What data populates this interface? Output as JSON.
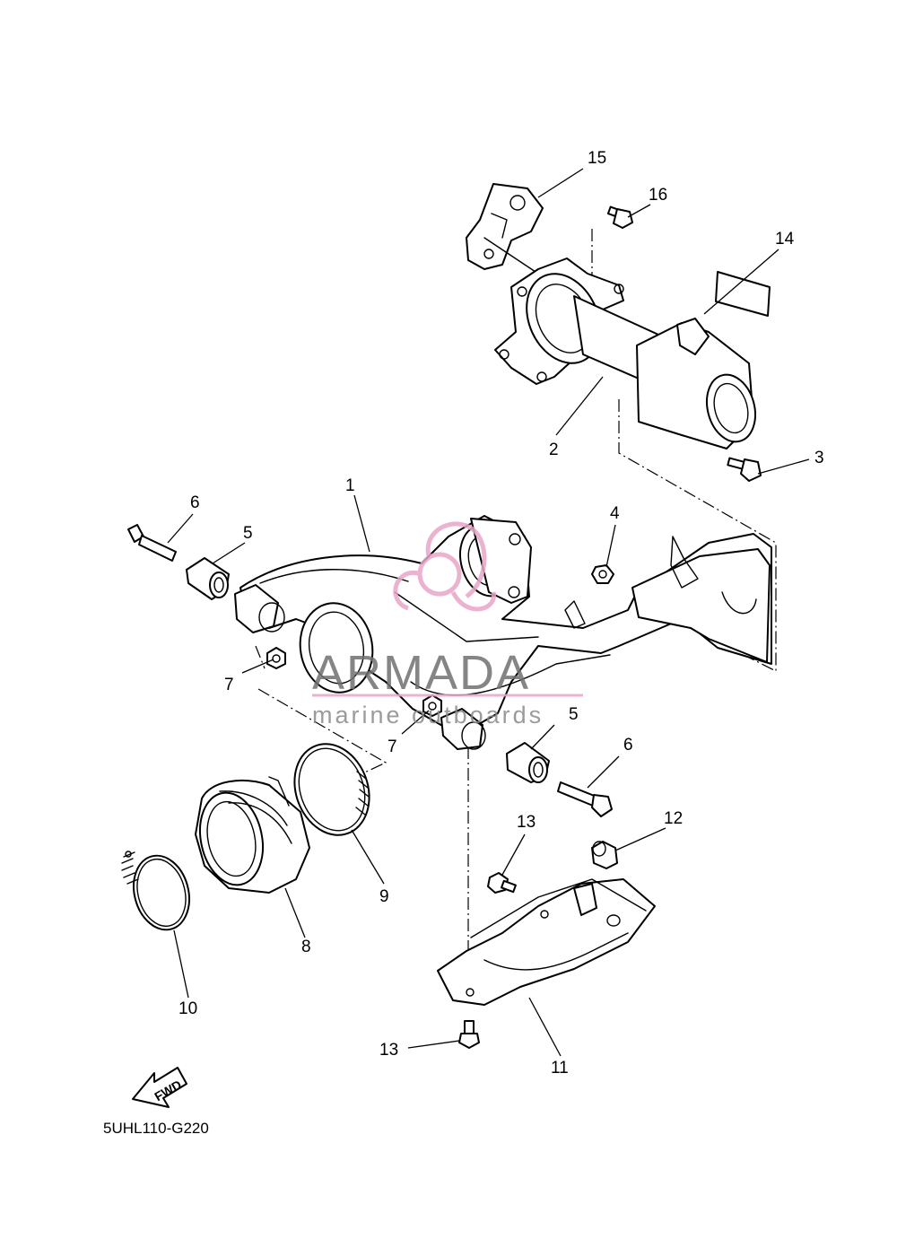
{
  "diagram": {
    "callouts": {
      "c1": "1",
      "c2": "2",
      "c3": "3",
      "c4": "4",
      "c5a": "5",
      "c5b": "5",
      "c6a": "6",
      "c6b": "6",
      "c7a": "7",
      "c7b": "7",
      "c8": "8",
      "c9": "9",
      "c10": "10",
      "c11": "11",
      "c12": "12",
      "c13a": "13",
      "c13b": "13",
      "c14": "14",
      "c15": "15",
      "c16": "16"
    },
    "direction_label": "FWD",
    "drawing_code": "5UHL110-G220"
  },
  "watermark": {
    "brand": "ARMADA",
    "tagline": "marine outboards",
    "color": "#e8a6c8"
  }
}
